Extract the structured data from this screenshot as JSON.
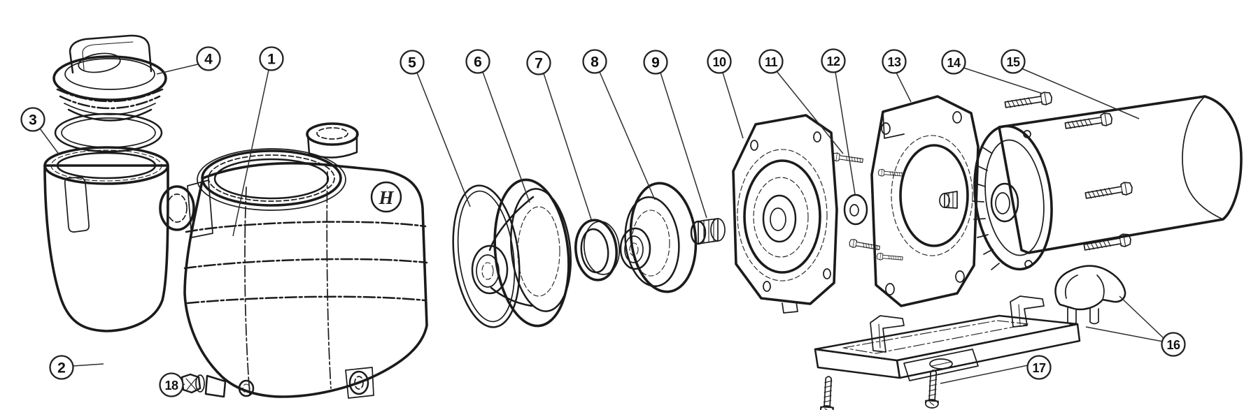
{
  "diagram": {
    "type": "exploded-parts-diagram",
    "background": "#ffffff",
    "line_color": "#1b1b1b",
    "housing_logo": "H",
    "callouts": [
      "1",
      "2",
      "3",
      "4",
      "5",
      "6",
      "7",
      "8",
      "9",
      "10",
      "11",
      "12",
      "13",
      "14",
      "15",
      "16",
      "17",
      "18"
    ]
  }
}
